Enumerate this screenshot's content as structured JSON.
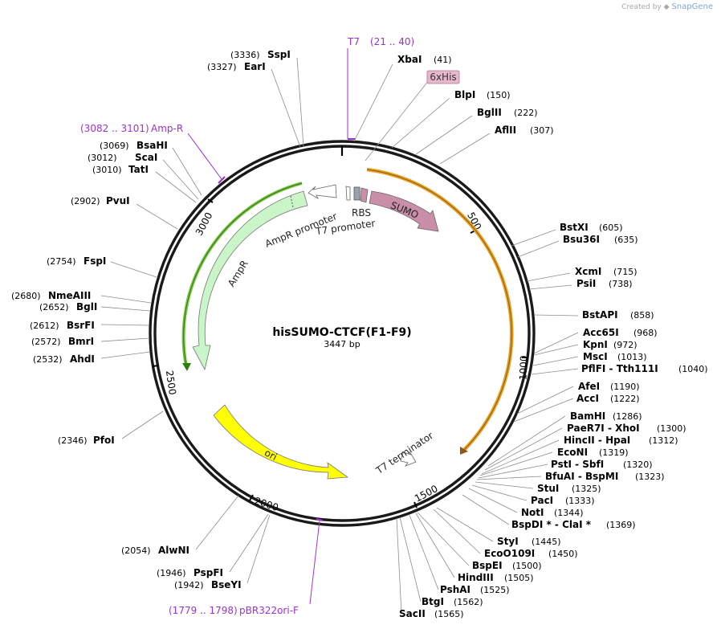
{
  "watermark": {
    "prefix": "Created by",
    "brand": "SnapGene"
  },
  "plasmid": {
    "name": "hisSUMO-CTCF(F1-F9)",
    "length_label": "3447 bp"
  },
  "ticks": [
    "500",
    "1000",
    "1500",
    "2000",
    "2500",
    "3000"
  ],
  "features": {
    "sumo": "SUMO",
    "rbs": "RBS",
    "t7_promoter": "T7 promoter",
    "ampr": "AmpR",
    "ampr_promoter": "AmpR promoter",
    "ori": "ori",
    "t7_terminator": "T7 terminator",
    "his_tag": "6xHis"
  },
  "primers": {
    "t7": {
      "name": "T7",
      "range": "(21 .. 40)"
    },
    "ampr": {
      "name": "Amp-R",
      "range": "(3082 .. 3101)"
    },
    "pbr": {
      "name": "pBR322ori-F",
      "range": "(1779 .. 1798)"
    }
  },
  "right_sites": [
    {
      "name": "XbaI",
      "pos": "(41)"
    },
    {
      "name": "BlpI",
      "pos": "(150)"
    },
    {
      "name": "BglII",
      "pos": "(222)"
    },
    {
      "name": "AflII",
      "pos": "(307)"
    },
    {
      "name": "BstXI",
      "pos": "(605)"
    },
    {
      "name": "Bsu36I",
      "pos": "(635)"
    },
    {
      "name": "XcmI",
      "pos": "(715)"
    },
    {
      "name": "PsiI",
      "pos": "(738)"
    },
    {
      "name": "BstAPI",
      "pos": "(858)"
    },
    {
      "name": "Acc65I",
      "pos": "(968)"
    },
    {
      "name": "KpnI",
      "pos": "(972)"
    },
    {
      "name": "MscI",
      "pos": "(1013)"
    },
    {
      "name": "PflFI  - Tth111I",
      "pos": "(1040)"
    },
    {
      "name": "AfeI",
      "pos": "(1190)"
    },
    {
      "name": "AccI",
      "pos": "(1222)"
    },
    {
      "name": "BamHI",
      "pos": "(1286)"
    },
    {
      "name": "PaeR7I  - XhoI",
      "pos": "(1300)"
    },
    {
      "name": "HincII  - HpaI",
      "pos": "(1312)"
    },
    {
      "name": "EcoNI",
      "pos": "(1319)"
    },
    {
      "name": "PstI  - SbfI",
      "pos": "(1320)"
    },
    {
      "name": "BfuAI  - BspMI",
      "pos": "(1323)"
    },
    {
      "name": "StuI",
      "pos": "(1325)"
    },
    {
      "name": "PacI",
      "pos": "(1333)"
    },
    {
      "name": "NotI",
      "pos": "(1344)"
    },
    {
      "name": "BspDI *  - ClaI *",
      "pos": "(1369)"
    },
    {
      "name": "StyI",
      "pos": "(1445)"
    },
    {
      "name": "EcoO109I",
      "pos": "(1450)"
    },
    {
      "name": "BspEI",
      "pos": "(1500)"
    },
    {
      "name": "HindIII",
      "pos": "(1505)"
    },
    {
      "name": "PshAI",
      "pos": "(1525)"
    },
    {
      "name": "BtgI",
      "pos": "(1562)"
    },
    {
      "name": "SacII",
      "pos": "(1565)"
    }
  ],
  "left_sites": [
    {
      "name": "SspI",
      "pos": "(3336)"
    },
    {
      "name": "EarI",
      "pos": "(3327)"
    },
    {
      "name": "BsaHI",
      "pos": "(3069)"
    },
    {
      "name": "ScaI",
      "pos": "(3012)"
    },
    {
      "name": "TatI",
      "pos": "(3010)"
    },
    {
      "name": "PvuI",
      "pos": "(2902)"
    },
    {
      "name": "FspI",
      "pos": "(2754)"
    },
    {
      "name": "NmeAIII",
      "pos": "(2680)"
    },
    {
      "name": "BglI",
      "pos": "(2652)"
    },
    {
      "name": "BsrFI",
      "pos": "(2612)"
    },
    {
      "name": "BmrI",
      "pos": "(2572)"
    },
    {
      "name": "AhdI",
      "pos": "(2532)"
    },
    {
      "name": "PfoI",
      "pos": "(2346)"
    },
    {
      "name": "AlwNI",
      "pos": "(2054)"
    },
    {
      "name": "PspFI",
      "pos": "(1946)"
    },
    {
      "name": "BseYI",
      "pos": "(1942)"
    }
  ],
  "colors": {
    "backbone": "#1a1a1a",
    "sumo": "#c98ea8",
    "ampr": "#c9f5c9",
    "ori": "#ffff00",
    "orf_outline_orange": "#e8a020",
    "orf_outline_green": "#2e7d10",
    "primer": "#9b30d9",
    "his_tag_fill": "#e6b8cc"
  }
}
